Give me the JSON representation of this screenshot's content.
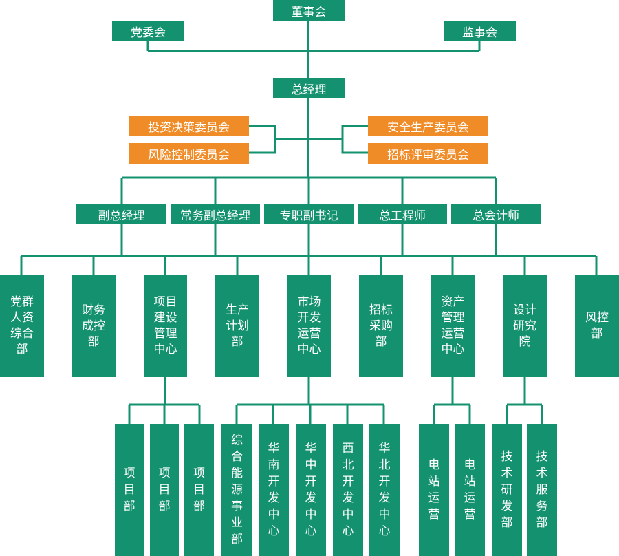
{
  "colors": {
    "green": "#14916f",
    "orange": "#f08c28",
    "line": "#14916f"
  },
  "top": {
    "board": "董事会",
    "party_committee": "党委会",
    "supervisory_board": "监事会",
    "gm": "总经理"
  },
  "committees": {
    "investment": "投资决策委员会",
    "risk": "风险控制委员会",
    "safety": "安全生产委员会",
    "bidding": "招标评审委员会"
  },
  "executives": [
    "副总经理",
    "常务副总经理",
    "专职副书记",
    "总工程师",
    "总会计师"
  ],
  "departments": [
    "党群人资综合部",
    "财务成控部",
    "项目建设管理中心",
    "生产计划部",
    "市场开发运营中心",
    "招标采购部",
    "资产管理运营中心",
    "设计研究院",
    "风控部"
  ],
  "sub_units": {
    "project": [
      "项目部",
      "项目部",
      "项目部"
    ],
    "market": [
      "综合能源事业部",
      "华南开发中心",
      "华中开发中心",
      "西北开发中心",
      "华北开发中心"
    ],
    "asset": [
      "电站运营",
      "电站运营"
    ],
    "design": [
      "技术研发部",
      "技术服务部"
    ]
  }
}
